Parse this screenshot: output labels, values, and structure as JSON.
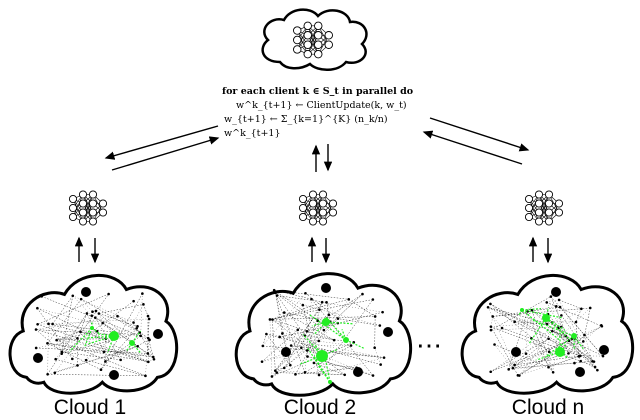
{
  "server": {
    "algorithm": {
      "line1": "for each client k ∈ S_t in parallel do",
      "line2": "w^k_{t+1} ← ClientUpdate(k, w_t)",
      "line3": "w_{t+1} ← Σ_{k=1}^{K} (n_k/n) w^k_{t+1}"
    }
  },
  "clouds": [
    {
      "label": "Cloud 1"
    },
    {
      "label": "Cloud 2"
    },
    {
      "label": "Cloud n"
    }
  ],
  "ellipsis": "⋯",
  "colors": {
    "highlight_node": "#22ee22",
    "ink": "#000000"
  }
}
